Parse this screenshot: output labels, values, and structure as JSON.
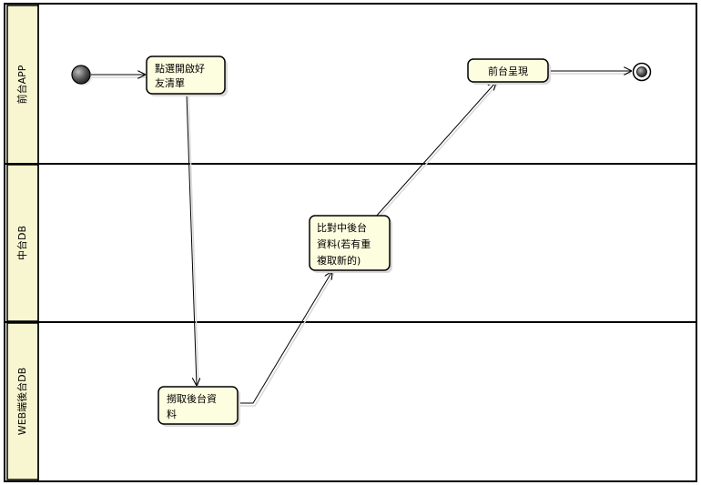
{
  "swimlanes": [
    {
      "id": "front-app",
      "label": "前台APP"
    },
    {
      "id": "middle-db",
      "label": "中台DB"
    },
    {
      "id": "web-backend-db",
      "label": "WEB端後台DB"
    }
  ],
  "actions": [
    {
      "id": "click-friend-list",
      "lines": [
        "點選開啟好",
        "友清單"
      ]
    },
    {
      "id": "fetch-backend-data",
      "lines": [
        "撈取後台資",
        "料"
      ]
    },
    {
      "id": "compare-backend-data",
      "lines": [
        "比對中後台",
        "資料(若有重",
        "複取新的)"
      ]
    },
    {
      "id": "front-display",
      "lines": [
        "前台呈現"
      ]
    }
  ],
  "colors": {
    "lane_header": "#f7f6d0",
    "action_fill": "#fdfde0",
    "stroke": "#000000",
    "shadow": "#d9d9d9",
    "start_node": "#555555"
  }
}
